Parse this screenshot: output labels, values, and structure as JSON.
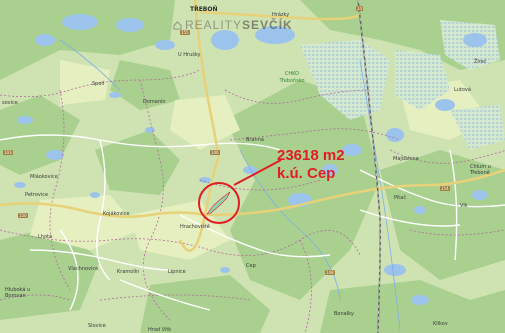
{
  "watermark": {
    "part1": "REALITY",
    "part2": "SEVČÍK",
    "icon": "house-icon"
  },
  "town_top": "TŘEBOŇ",
  "annotation": {
    "area": "23618 m2",
    "cadastre": "k.ú. Cep",
    "color": "#e11d24"
  },
  "protected_area": {
    "line1": "CHKO",
    "line2": "Třeboňsko"
  },
  "places": [
    {
      "key": "hrazky",
      "text": "Hrázky"
    },
    {
      "key": "zirec",
      "text": "Žíreč"
    },
    {
      "key": "uhrusky",
      "text": "U Hrušky"
    },
    {
      "key": "spoli",
      "text": "Spolí"
    },
    {
      "key": "domanin",
      "text": "Domanín"
    },
    {
      "key": "lutova",
      "text": "Lutová"
    },
    {
      "key": "sovice",
      "text": "sovice"
    },
    {
      "key": "branna",
      "text": "Branná"
    },
    {
      "key": "mnichovice",
      "text": "Mláokovice"
    },
    {
      "key": "majdalena",
      "text": "Majdalena"
    },
    {
      "key": "chlum1",
      "text": "Chlum u"
    },
    {
      "key": "chlum2",
      "text": "Třeboně"
    },
    {
      "key": "petrovice",
      "text": "Petrovice"
    },
    {
      "key": "kojakovice",
      "text": "Kojákovice"
    },
    {
      "key": "hrachoviste",
      "text": "Hrachoviště"
    },
    {
      "key": "lhota",
      "text": "Lhota"
    },
    {
      "key": "vlachnovice",
      "text": "Vlachnovice"
    },
    {
      "key": "kramolin",
      "text": "Kramolín"
    },
    {
      "key": "lipnice",
      "text": "Lipnice"
    },
    {
      "key": "cep",
      "text": "Cep"
    },
    {
      "key": "hluboka1",
      "text": "Hluboká u"
    },
    {
      "key": "hluboka2",
      "text": "Borovan"
    },
    {
      "key": "bonalky",
      "text": "Bonalky"
    },
    {
      "key": "klikov",
      "text": "Klikov"
    },
    {
      "key": "slovice",
      "text": "Slovice"
    },
    {
      "key": "hrad",
      "text": "Hrad Vitk"
    },
    {
      "key": "pitac",
      "text": "Pitač"
    },
    {
      "key": "vlk",
      "text": "Vlk"
    }
  ],
  "road_badges": [
    "155",
    "146",
    "150",
    "154",
    "148",
    "103",
    "24"
  ]
}
